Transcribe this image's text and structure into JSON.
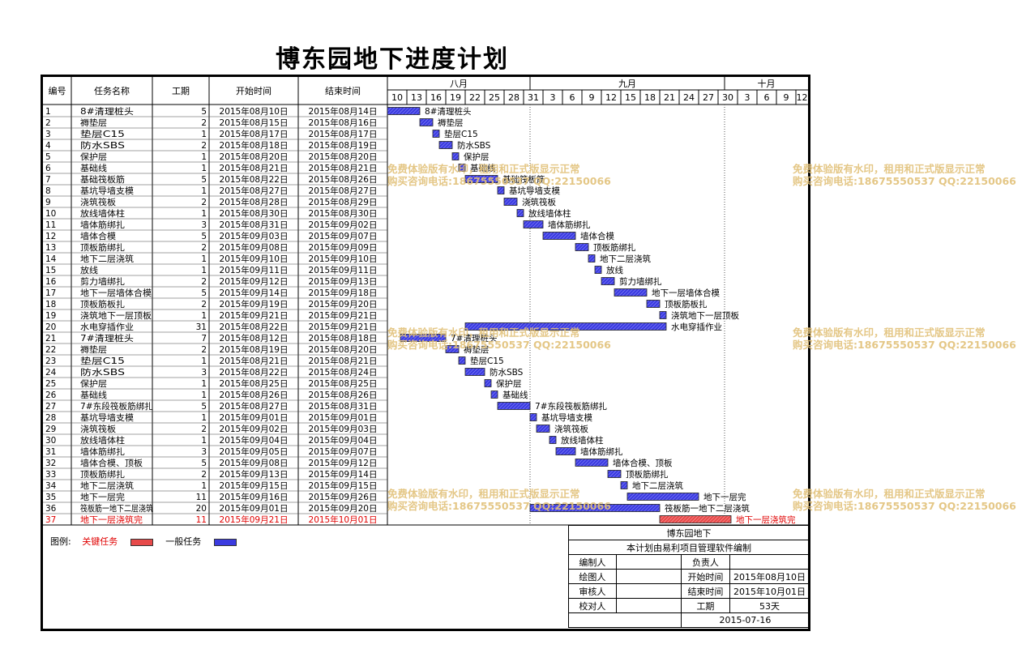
{
  "title": "博东园地下进度计划",
  "headers": {
    "id": "编号",
    "name": "任务名称",
    "dur": "工期",
    "start": "开始时间",
    "end": "结束时间"
  },
  "months": [
    {
      "label": "八月"
    },
    {
      "label": "九月"
    },
    {
      "label": "十月"
    }
  ],
  "day_ticks": [
    "10",
    "13",
    "16",
    "19",
    "22",
    "25",
    "28",
    "31",
    "3",
    "6",
    "9",
    "12",
    "15",
    "18",
    "21",
    "24",
    "27",
    "30",
    "3",
    "6",
    "9",
    "12"
  ],
  "chart_data": {
    "type": "gantt",
    "title": "博东园地下进度计划",
    "x_range": [
      "2015-08-10",
      "2015-10-13"
    ],
    "tasks": [
      {
        "id": "1",
        "name": "8#清理桩头",
        "dur": "5",
        "start": "2015年08月10日",
        "end": "2015年08月14日",
        "s": "2015-08-10",
        "e": "2015-08-14",
        "critical": false
      },
      {
        "id": "2",
        "name": "褥垫层",
        "dur": "2",
        "start": "2015年08月15日",
        "end": "2015年08月16日",
        "s": "2015-08-15",
        "e": "2015-08-16",
        "critical": false
      },
      {
        "id": "3",
        "name": "垫层C15",
        "dur": "1",
        "start": "2015年08月17日",
        "end": "2015年08月17日",
        "s": "2015-08-17",
        "e": "2015-08-17",
        "critical": false
      },
      {
        "id": "4",
        "name": "防水SBS",
        "dur": "2",
        "start": "2015年08月18日",
        "end": "2015年08月19日",
        "s": "2015-08-18",
        "e": "2015-08-19",
        "critical": false
      },
      {
        "id": "5",
        "name": "保护层",
        "dur": "1",
        "start": "2015年08月20日",
        "end": "2015年08月20日",
        "s": "2015-08-20",
        "e": "2015-08-20",
        "critical": false
      },
      {
        "id": "6",
        "name": "基础线",
        "dur": "1",
        "start": "2015年08月21日",
        "end": "2015年08月21日",
        "s": "2015-08-21",
        "e": "2015-08-21",
        "critical": false
      },
      {
        "id": "7",
        "name": "基础筏板筋",
        "dur": "5",
        "start": "2015年08月22日",
        "end": "2015年08月26日",
        "s": "2015-08-22",
        "e": "2015-08-26",
        "critical": false
      },
      {
        "id": "8",
        "name": "基坑导墙支模",
        "dur": "1",
        "start": "2015年08月27日",
        "end": "2015年08月27日",
        "s": "2015-08-27",
        "e": "2015-08-27",
        "critical": false
      },
      {
        "id": "9",
        "name": "浇筑筏板",
        "dur": "2",
        "start": "2015年08月28日",
        "end": "2015年08月29日",
        "s": "2015-08-28",
        "e": "2015-08-29",
        "critical": false
      },
      {
        "id": "10",
        "name": "放线墙体柱",
        "dur": "1",
        "start": "2015年08月30日",
        "end": "2015年08月30日",
        "s": "2015-08-30",
        "e": "2015-08-30",
        "critical": false
      },
      {
        "id": "11",
        "name": "墙体筋绑扎",
        "dur": "3",
        "start": "2015年08月31日",
        "end": "2015年09月02日",
        "s": "2015-08-31",
        "e": "2015-09-02",
        "critical": false
      },
      {
        "id": "12",
        "name": "墙体合模",
        "dur": "5",
        "start": "2015年09月03日",
        "end": "2015年09月07日",
        "s": "2015-09-03",
        "e": "2015-09-07",
        "critical": false
      },
      {
        "id": "13",
        "name": "顶板筋绑扎",
        "dur": "2",
        "start": "2015年09月08日",
        "end": "2015年09月09日",
        "s": "2015-09-08",
        "e": "2015-09-09",
        "critical": false
      },
      {
        "id": "14",
        "name": "地下二层浇筑",
        "dur": "1",
        "start": "2015年09月10日",
        "end": "2015年09月10日",
        "s": "2015-09-10",
        "e": "2015-09-10",
        "critical": false
      },
      {
        "id": "15",
        "name": "放线",
        "dur": "1",
        "start": "2015年09月11日",
        "end": "2015年09月11日",
        "s": "2015-09-11",
        "e": "2015-09-11",
        "critical": false
      },
      {
        "id": "16",
        "name": "剪力墙绑扎",
        "dur": "2",
        "start": "2015年09月12日",
        "end": "2015年09月13日",
        "s": "2015-09-12",
        "e": "2015-09-13",
        "critical": false
      },
      {
        "id": "17",
        "name": "地下一层墙体合模",
        "dur": "5",
        "start": "2015年09月14日",
        "end": "2015年09月18日",
        "s": "2015-09-14",
        "e": "2015-09-18",
        "critical": false
      },
      {
        "id": "18",
        "name": "顶板筋板扎",
        "dur": "2",
        "start": "2015年09月19日",
        "end": "2015年09月20日",
        "s": "2015-09-19",
        "e": "2015-09-20",
        "critical": false
      },
      {
        "id": "19",
        "name": "浇筑地下一层顶板",
        "dur": "1",
        "start": "2015年09月21日",
        "end": "2015年09月21日",
        "s": "2015-09-21",
        "e": "2015-09-21",
        "critical": false
      },
      {
        "id": "20",
        "name": "水电穿插作业",
        "dur": "31",
        "start": "2015年08月22日",
        "end": "2015年09月21日",
        "s": "2015-08-22",
        "e": "2015-09-21",
        "critical": false
      },
      {
        "id": "21",
        "name": "7#清理桩头",
        "dur": "7",
        "start": "2015年08月12日",
        "end": "2015年08月18日",
        "s": "2015-08-12",
        "e": "2015-08-18",
        "critical": false
      },
      {
        "id": "22",
        "name": "褥垫层",
        "dur": "2",
        "start": "2015年08月19日",
        "end": "2015年08月20日",
        "s": "2015-08-19",
        "e": "2015-08-20",
        "critical": false
      },
      {
        "id": "23",
        "name": "垫层C15",
        "dur": "1",
        "start": "2015年08月21日",
        "end": "2015年08月21日",
        "s": "2015-08-21",
        "e": "2015-08-21",
        "critical": false
      },
      {
        "id": "24",
        "name": "防水SBS",
        "dur": "3",
        "start": "2015年08月22日",
        "end": "2015年08月24日",
        "s": "2015-08-22",
        "e": "2015-08-24",
        "critical": false
      },
      {
        "id": "25",
        "name": "保护层",
        "dur": "1",
        "start": "2015年08月25日",
        "end": "2015年08月25日",
        "s": "2015-08-25",
        "e": "2015-08-25",
        "critical": false
      },
      {
        "id": "26",
        "name": "基础线",
        "dur": "1",
        "start": "2015年08月26日",
        "end": "2015年08月26日",
        "s": "2015-08-26",
        "e": "2015-08-26",
        "critical": false
      },
      {
        "id": "27",
        "name": "7#东段筏板筋绑扎",
        "dur": "5",
        "start": "2015年08月27日",
        "end": "2015年08月31日",
        "s": "2015-08-27",
        "e": "2015-08-31",
        "critical": false
      },
      {
        "id": "28",
        "name": "基坑导墙支模",
        "dur": "1",
        "start": "2015年09月01日",
        "end": "2015年09月01日",
        "s": "2015-09-01",
        "e": "2015-09-01",
        "critical": false
      },
      {
        "id": "29",
        "name": "浇筑筏板",
        "dur": "2",
        "start": "2015年09月02日",
        "end": "2015年09月03日",
        "s": "2015-09-02",
        "e": "2015-09-03",
        "critical": false
      },
      {
        "id": "30",
        "name": "放线墙体柱",
        "dur": "1",
        "start": "2015年09月04日",
        "end": "2015年09月04日",
        "s": "2015-09-04",
        "e": "2015-09-04",
        "critical": false
      },
      {
        "id": "31",
        "name": "墙体筋绑扎",
        "dur": "3",
        "start": "2015年09月05日",
        "end": "2015年09月07日",
        "s": "2015-09-05",
        "e": "2015-09-07",
        "critical": false
      },
      {
        "id": "32",
        "name": "墙体合模、顶板",
        "dur": "5",
        "start": "2015年09月08日",
        "end": "2015年09月12日",
        "s": "2015-09-08",
        "e": "2015-09-12",
        "critical": false
      },
      {
        "id": "33",
        "name": "顶板筋绑扎",
        "dur": "2",
        "start": "2015年09月13日",
        "end": "2015年09月14日",
        "s": "2015-09-13",
        "e": "2015-09-14",
        "critical": false
      },
      {
        "id": "34",
        "name": "地下二层浇筑",
        "dur": "1",
        "start": "2015年09月15日",
        "end": "2015年09月15日",
        "s": "2015-09-15",
        "e": "2015-09-15",
        "critical": false
      },
      {
        "id": "35",
        "name": "地下一层完",
        "dur": "11",
        "start": "2015年09月16日",
        "end": "2015年09月26日",
        "s": "2015-09-16",
        "e": "2015-09-26",
        "critical": false
      },
      {
        "id": "36",
        "name": "筏板筋一地下二层浇筑",
        "dur": "20",
        "start": "2015年09月01日",
        "end": "2015年09月20日",
        "s": "2015-09-01",
        "e": "2015-09-20",
        "critical": false
      },
      {
        "id": "37",
        "name": "地下一层浇筑完",
        "dur": "11",
        "start": "2015年09月21日",
        "end": "2015年10月01日",
        "s": "2015-09-21",
        "e": "2015-10-01",
        "critical": true
      }
    ]
  },
  "colors": {
    "normal_bar": "#3b3be0",
    "critical_bar": "#e74a4a",
    "critical_text": "#e00000",
    "watermark": "#e2c17a"
  },
  "legend": {
    "prefix": "图例:",
    "critical": "关键任务",
    "normal": "一般任务"
  },
  "watermarks": [
    {
      "line1": "免费体验版有水印，租用和正式版显示正常",
      "line2": "购买咨询电话:18675550537 QQ:22150066"
    }
  ],
  "info": {
    "project": "博东园地下",
    "software": "本计划由易利项目管理软件编制",
    "editor_label": "编制人",
    "owner_label": "负责人",
    "drawer_label": "绘图人",
    "start_label": "开始时间",
    "start_value": "2015年08月10日",
    "reviewer_label": "审核人",
    "end_label": "结束时间",
    "end_value": "2015年10月01日",
    "checker_label": "校对人",
    "duration_label": "工期",
    "duration_value": "53天",
    "print_date": "2015-07-16"
  }
}
